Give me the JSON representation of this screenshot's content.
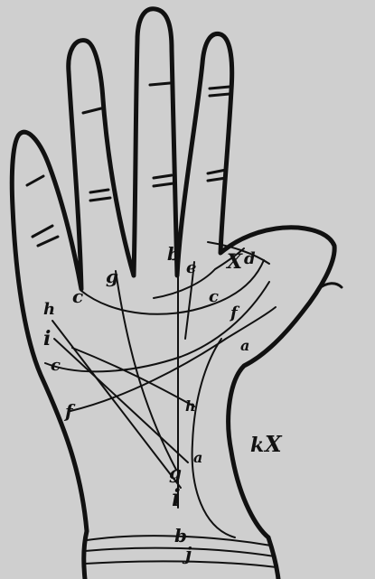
{
  "labels": {
    "b_top": "b",
    "b_bottom": "b",
    "c_left_top": "c",
    "c_left_mid": "c",
    "c_right": "c",
    "d": "d",
    "x_top": "X",
    "e": "e",
    "f_right": "f",
    "f_left": "f",
    "g_top": "g",
    "g_bottom": "g",
    "h_left": "h",
    "h_mid": "h",
    "i_left": "i",
    "i_bottom": "i",
    "a_right": "a",
    "a_bottom": "a",
    "k": "k",
    "x_mount": "X",
    "j": "j"
  },
  "colors": {
    "paper": "#cfcfcf",
    "ink": "#111111"
  }
}
